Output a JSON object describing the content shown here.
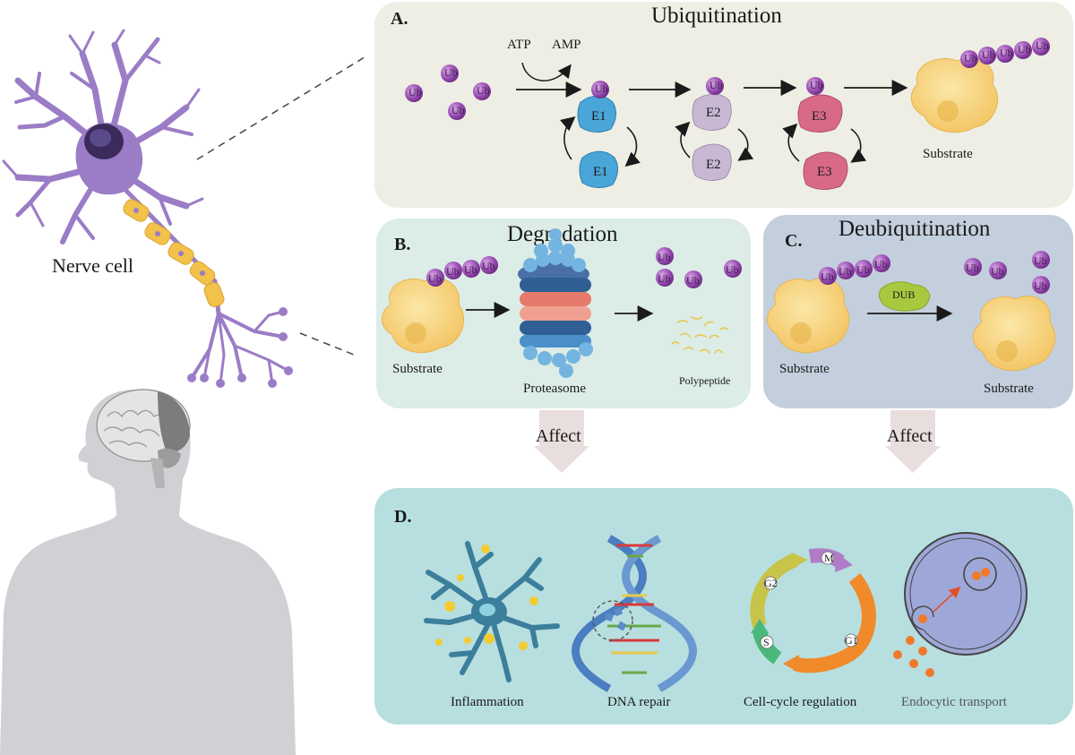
{
  "nerve_cell_label": "Nerve cell",
  "ub_token": "Ub",
  "panel_a": {
    "letter": "A.",
    "title": "Ubiquitination",
    "atp": "ATP",
    "amp": "AMP",
    "e1": "E1",
    "e2": "E2",
    "e3": "E3",
    "substrate": "Substrate"
  },
  "panel_b": {
    "letter": "B.",
    "title": "Degradation",
    "substrate": "Substrate",
    "proteasome": "Proteasome",
    "polypeptide": "Polypeptide"
  },
  "panel_c": {
    "letter": "C.",
    "title": "Deubiquitination",
    "dub": "DUB",
    "substrate_left": "Substrate",
    "substrate_right": "Substrate"
  },
  "affect_left": "Affect",
  "affect_right": "Affect",
  "panel_d": {
    "letter": "D.",
    "items": [
      "Inflammation",
      "DNA repair",
      "Cell-cycle regulation",
      "Endocytic transport"
    ],
    "phases": {
      "g2": "G2",
      "m": "M",
      "g1": "G1",
      "s": "S"
    }
  },
  "colors": {
    "panel_a_bg": "#eeeee4",
    "panel_b_bg": "#dcece6",
    "panel_c_bg": "#c3cfdd",
    "panel_d_bg": "#b8dfe0",
    "ub_purple": "#8a3ea3",
    "substrate_yellow": "#f6cc6a",
    "e1_blue": "#4aa6d8",
    "e2_lilac": "#c8b8d4",
    "e3_pink": "#d86a88",
    "neuron_purple": "#9b7cc6",
    "body_gray": "#cfd1d4"
  }
}
